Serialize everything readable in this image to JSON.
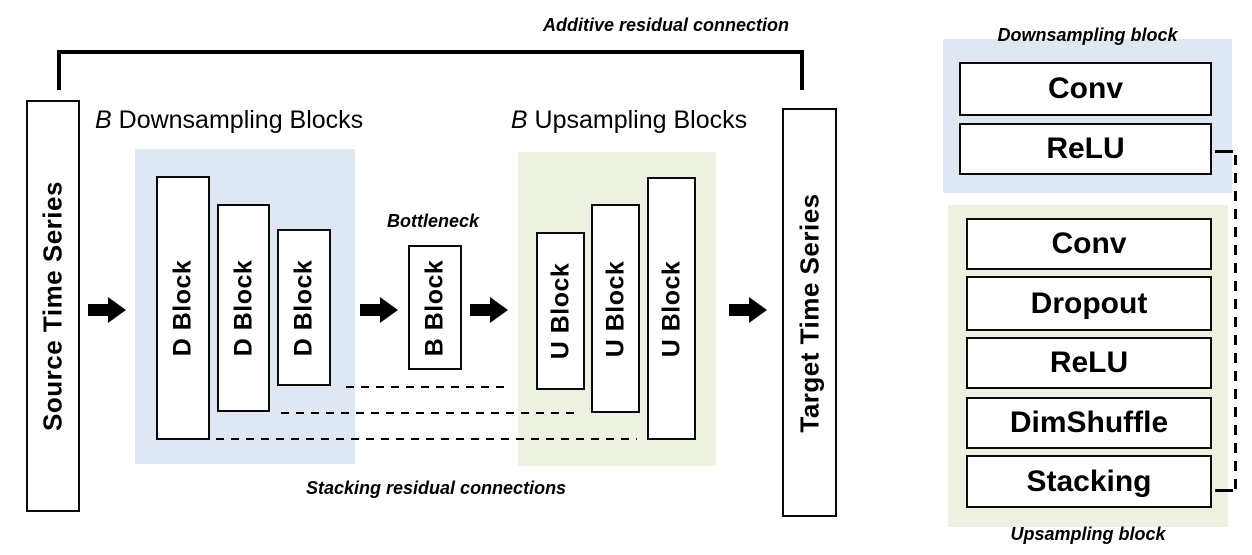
{
  "colors": {
    "downsampling_fill": "#dfe7f2",
    "upsampling_fill": "#edf1e2",
    "line": "#000000",
    "box_fill": "#ffffff"
  },
  "main": {
    "additive_label": "Additive residual connection",
    "stacking_label": "Stacking residual connections",
    "bottleneck_label": "Bottleneck",
    "source_label": "Source Time Series",
    "target_label": "Target Time Series",
    "downsampling_title": {
      "b": "B",
      "text": "Downsampling Blocks"
    },
    "upsampling_title": {
      "b": "B",
      "text": "Upsampling Blocks"
    },
    "d_blocks": [
      {
        "label": "D Block"
      },
      {
        "label": "D Block"
      },
      {
        "label": "D Block"
      }
    ],
    "bottleneck_block": {
      "label": "B Block"
    },
    "u_blocks": [
      {
        "label": "U Block"
      },
      {
        "label": "U Block"
      },
      {
        "label": "U Block"
      }
    ]
  },
  "legend": {
    "downsampling": {
      "title": "Downsampling block",
      "layers": [
        "Conv",
        "ReLU"
      ]
    },
    "upsampling": {
      "title": "Upsampling block",
      "layers": [
        "Conv",
        "Dropout",
        "ReLU",
        "DimShuffle",
        "Stacking"
      ]
    }
  }
}
